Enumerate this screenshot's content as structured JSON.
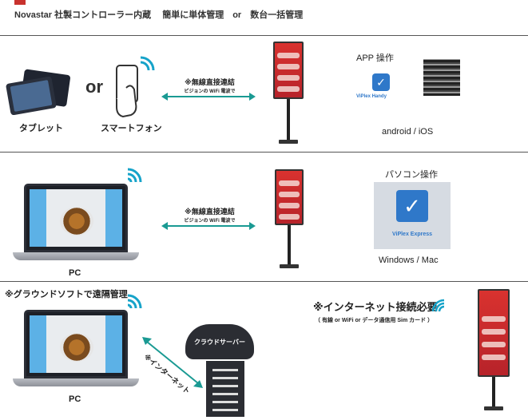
{
  "header": {
    "title": "Novastar 社製コントローラー内蔵　 簡単に単体管理　or　数台一括管理"
  },
  "section1": {
    "tablet_label": "タブレット",
    "or_label": "or",
    "phone_label": "スマートフォン",
    "arrow_title": "※無線直接連結",
    "arrow_sub": "ビジョンの WiFi 電波で",
    "app_label": "APP 操作",
    "app_name": "ViPlex Handy",
    "os_label": "android / iOS"
  },
  "section2": {
    "arrow_title": "※無線直接連結",
    "arrow_sub": "ビジョンの WiFi 電波で",
    "device_label": "PC",
    "app_label": "パソコン操作",
    "app_name": "ViPlex Express",
    "os_label": "Windows / Mac"
  },
  "section3": {
    "title": "※グラウンドソフトで遠隔管理",
    "internet_label": "※インターネット",
    "cloud_label": "クラウドサーバー",
    "device_label": "PC",
    "requirement_title": "※インターネット接続必要",
    "requirement_sub": "（ 有線 or WiFi or データ通信用 Sim カード ）"
  },
  "colors": {
    "accent": "#c8322e",
    "wifi": "#16a3c9",
    "arrow": "#1a9a93",
    "app_blue": "#2f78c9"
  },
  "icons": [
    "wifi-icon",
    "tablet-icon",
    "phone-icon",
    "hand-icon",
    "app-icon",
    "qr-code-icon",
    "laptop-icon",
    "kiosk-icon",
    "cloud-icon",
    "server-icon",
    "double-arrow-icon"
  ]
}
